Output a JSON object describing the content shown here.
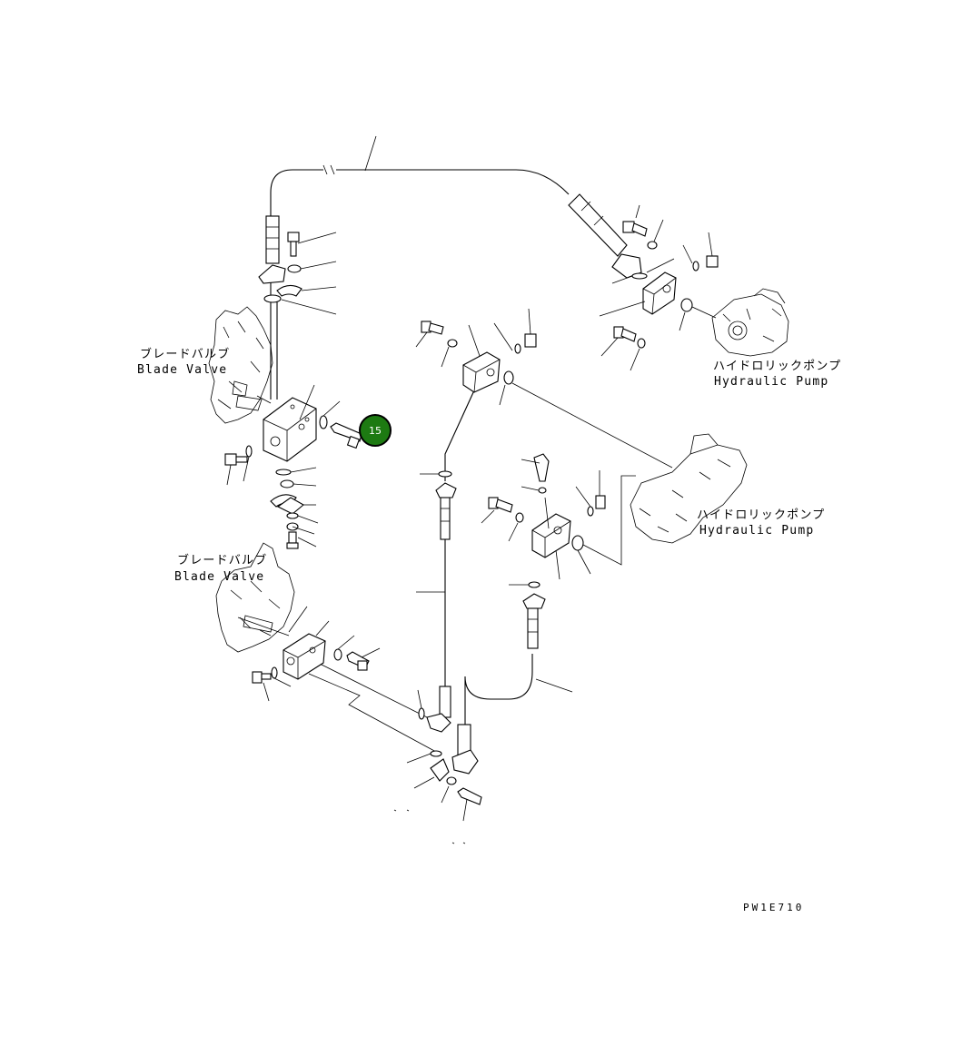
{
  "labels": {
    "blade_valve_1_jp": "ブレードバルブ",
    "blade_valve_1_en": "Blade Valve",
    "blade_valve_2_jp": "ブレードバルブ",
    "blade_valve_2_en": "Blade Valve",
    "hyd_pump_1_jp": "ハイドロリックポンプ",
    "hyd_pump_1_en": "Hydraulic Pump",
    "hyd_pump_2_jp": "ハイドロリックポンプ",
    "hyd_pump_2_en": "Hydraulic Pump"
  },
  "callout": {
    "number": "15",
    "color": "#1d7a12"
  },
  "drawing_code": "PW1E710"
}
